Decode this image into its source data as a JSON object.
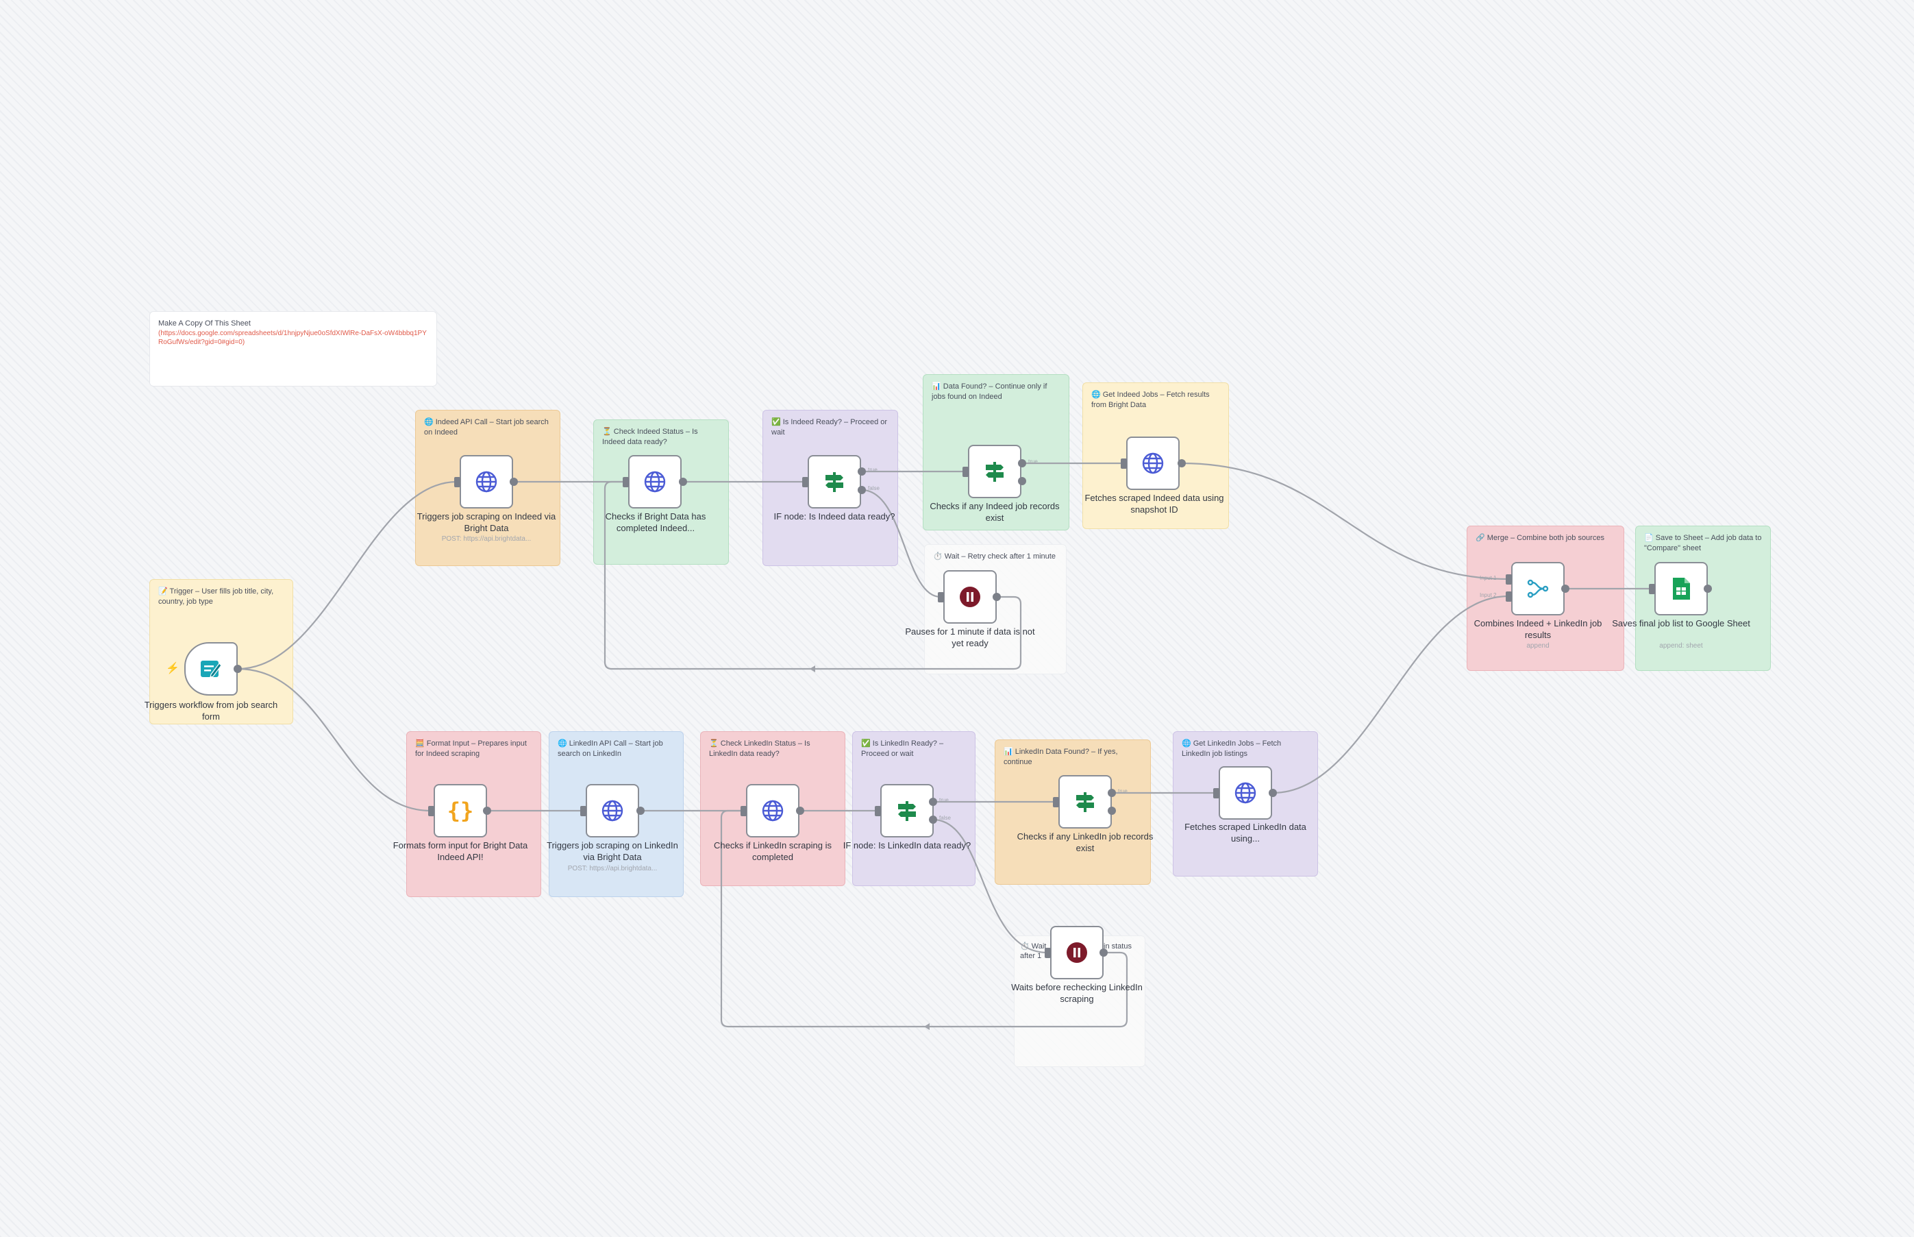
{
  "colors": {
    "canvas": "#f5f6f8",
    "connection": "#a1a4ab",
    "http_icon": "#4b5bd5",
    "if_icon": "#1e8a4c",
    "wait_icon": "#7d1a2a",
    "merge_icon": "#2a9ec2",
    "code_icon": "#f1a41d",
    "sheets_icon": "#18a358",
    "link": "#e05a4a"
  },
  "copy_note": {
    "title": "Make A Copy Of This Sheet",
    "link": "(https://docs.google.com/spreadsheets/d/1hnjpyNjue0oSfdXIWlRe-DaFsX-oW4bbbq1PYRoGufWs/edit?gid=0#gid=0)"
  },
  "stickies": {
    "trigger": "📝 Trigger – User fills job title, city, country, job type",
    "indeed_api": "🌐 Indeed API Call – Start job search on Indeed",
    "check_indeed": "⏳ Check Indeed Status – Is Indeed data ready?",
    "indeed_ready": "✅ Is Indeed Ready? – Proceed or wait",
    "data_found": "📊 Data Found? – Continue only if jobs found on Indeed",
    "get_indeed": "🌐 Get Indeed Jobs – Fetch results from Bright Data",
    "wait_retry": "⏱️ Wait – Retry check after 1 minute",
    "merge": "🔗 Merge – Combine both job sources",
    "save_sheet": "📄 Save to Sheet – Add job data to \"Compare\" sheet",
    "format_input": "🧮 Format Input – Prepares input for Indeed scraping",
    "linkedin_api": "🌐 LinkedIn API Call – Start job search on LinkedIn",
    "check_linkedin": "⏳ Check LinkedIn Status – Is LinkedIn data ready?",
    "linkedin_ready": "✅ Is LinkedIn Ready? – Proceed or wait",
    "linkedin_found": "📊 LinkedIn Data Found? – If yes, continue",
    "get_linkedin": "🌐 Get LinkedIn Jobs – Fetch LinkedIn job listings",
    "wait_linkedin_a": "⏱️ Wait",
    "wait_linkedin_b": "after 1",
    "wait_linkedin_c": "in status"
  },
  "nodes": {
    "form_trigger": {
      "label": "Triggers workflow from job search form",
      "icon": "form-icon"
    },
    "indeed_scrape": {
      "label": "Triggers job scraping on Indeed via Bright Data",
      "sub": "POST: https://api.brightdata...",
      "icon": "globe-icon"
    },
    "check_indeed": {
      "label": "Checks if Bright Data has completed Indeed...",
      "icon": "globe-icon"
    },
    "if_indeed": {
      "label": "IF node: Is Indeed data ready?",
      "icon": "signpost-icon"
    },
    "indeed_records": {
      "label": "Checks if any Indeed job records exist",
      "icon": "signpost-icon"
    },
    "fetch_indeed": {
      "label": "Fetches scraped Indeed data using snapshot ID",
      "icon": "globe-icon"
    },
    "wait_indeed": {
      "label": "Pauses for 1 minute if data is not yet ready",
      "icon": "pause-icon"
    },
    "merge": {
      "label": "Combines Indeed + LinkedIn job results",
      "sub": "append",
      "icon": "merge-icon"
    },
    "save": {
      "label": "Saves final job list to Google Sheet",
      "sub": "append: sheet",
      "icon": "sheets-icon"
    },
    "format": {
      "label": "Formats form input for Bright Data Indeed API!",
      "icon": "braces-icon"
    },
    "linkedin_scrape": {
      "label": "Triggers job scraping on LinkedIn via Bright Data",
      "sub": "POST: https://api.brightdata...",
      "icon": "globe-icon"
    },
    "check_linkedin": {
      "label": "Checks if LinkedIn scraping is completed",
      "icon": "globe-icon"
    },
    "if_linkedin": {
      "label": "IF node: Is LinkedIn data ready?",
      "icon": "signpost-icon"
    },
    "linkedin_records": {
      "label": "Checks if any LinkedIn job records exist",
      "icon": "signpost-icon"
    },
    "fetch_linkedin": {
      "label": "Fetches scraped LinkedIn data using...",
      "icon": "globe-icon"
    },
    "wait_linkedin": {
      "label": "Waits before rechecking LinkedIn scraping",
      "icon": "pause-icon"
    }
  },
  "port_labels": {
    "true": "true",
    "false": "false",
    "input1": "Input 1",
    "input2": "Input 2"
  }
}
